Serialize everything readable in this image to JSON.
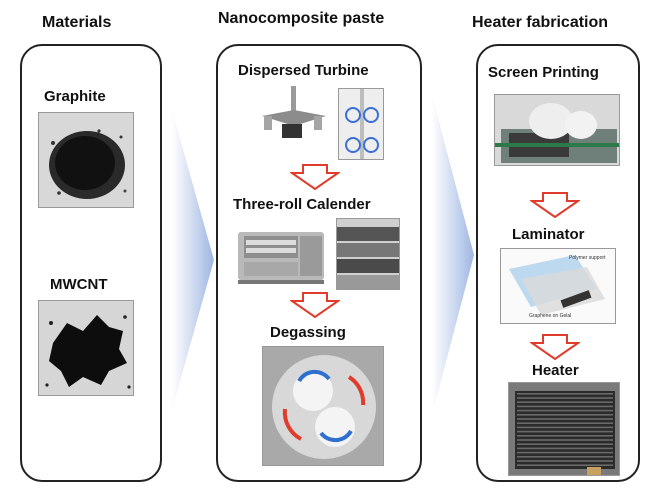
{
  "columns": {
    "materials": {
      "title": "Materials",
      "items": [
        "Graphite",
        "MWCNT"
      ]
    },
    "paste": {
      "title": "Nanocomposite paste",
      "steps": [
        "Dispersed Turbine",
        "Three-roll Calender",
        "Degassing"
      ]
    },
    "heater": {
      "title": "Heater fabrication",
      "steps": [
        "Screen Printing",
        "Laminator",
        "Heater"
      ],
      "laminator_labels": [
        "Polymer support",
        "Graphene on Gelal"
      ]
    }
  },
  "colors": {
    "step_arrow": "#e03c2c",
    "flow_arrow": "#b8c8e6",
    "panel_border": "#222222"
  },
  "icons": [
    "down-arrow-icon",
    "right-flow-arrow-icon"
  ]
}
